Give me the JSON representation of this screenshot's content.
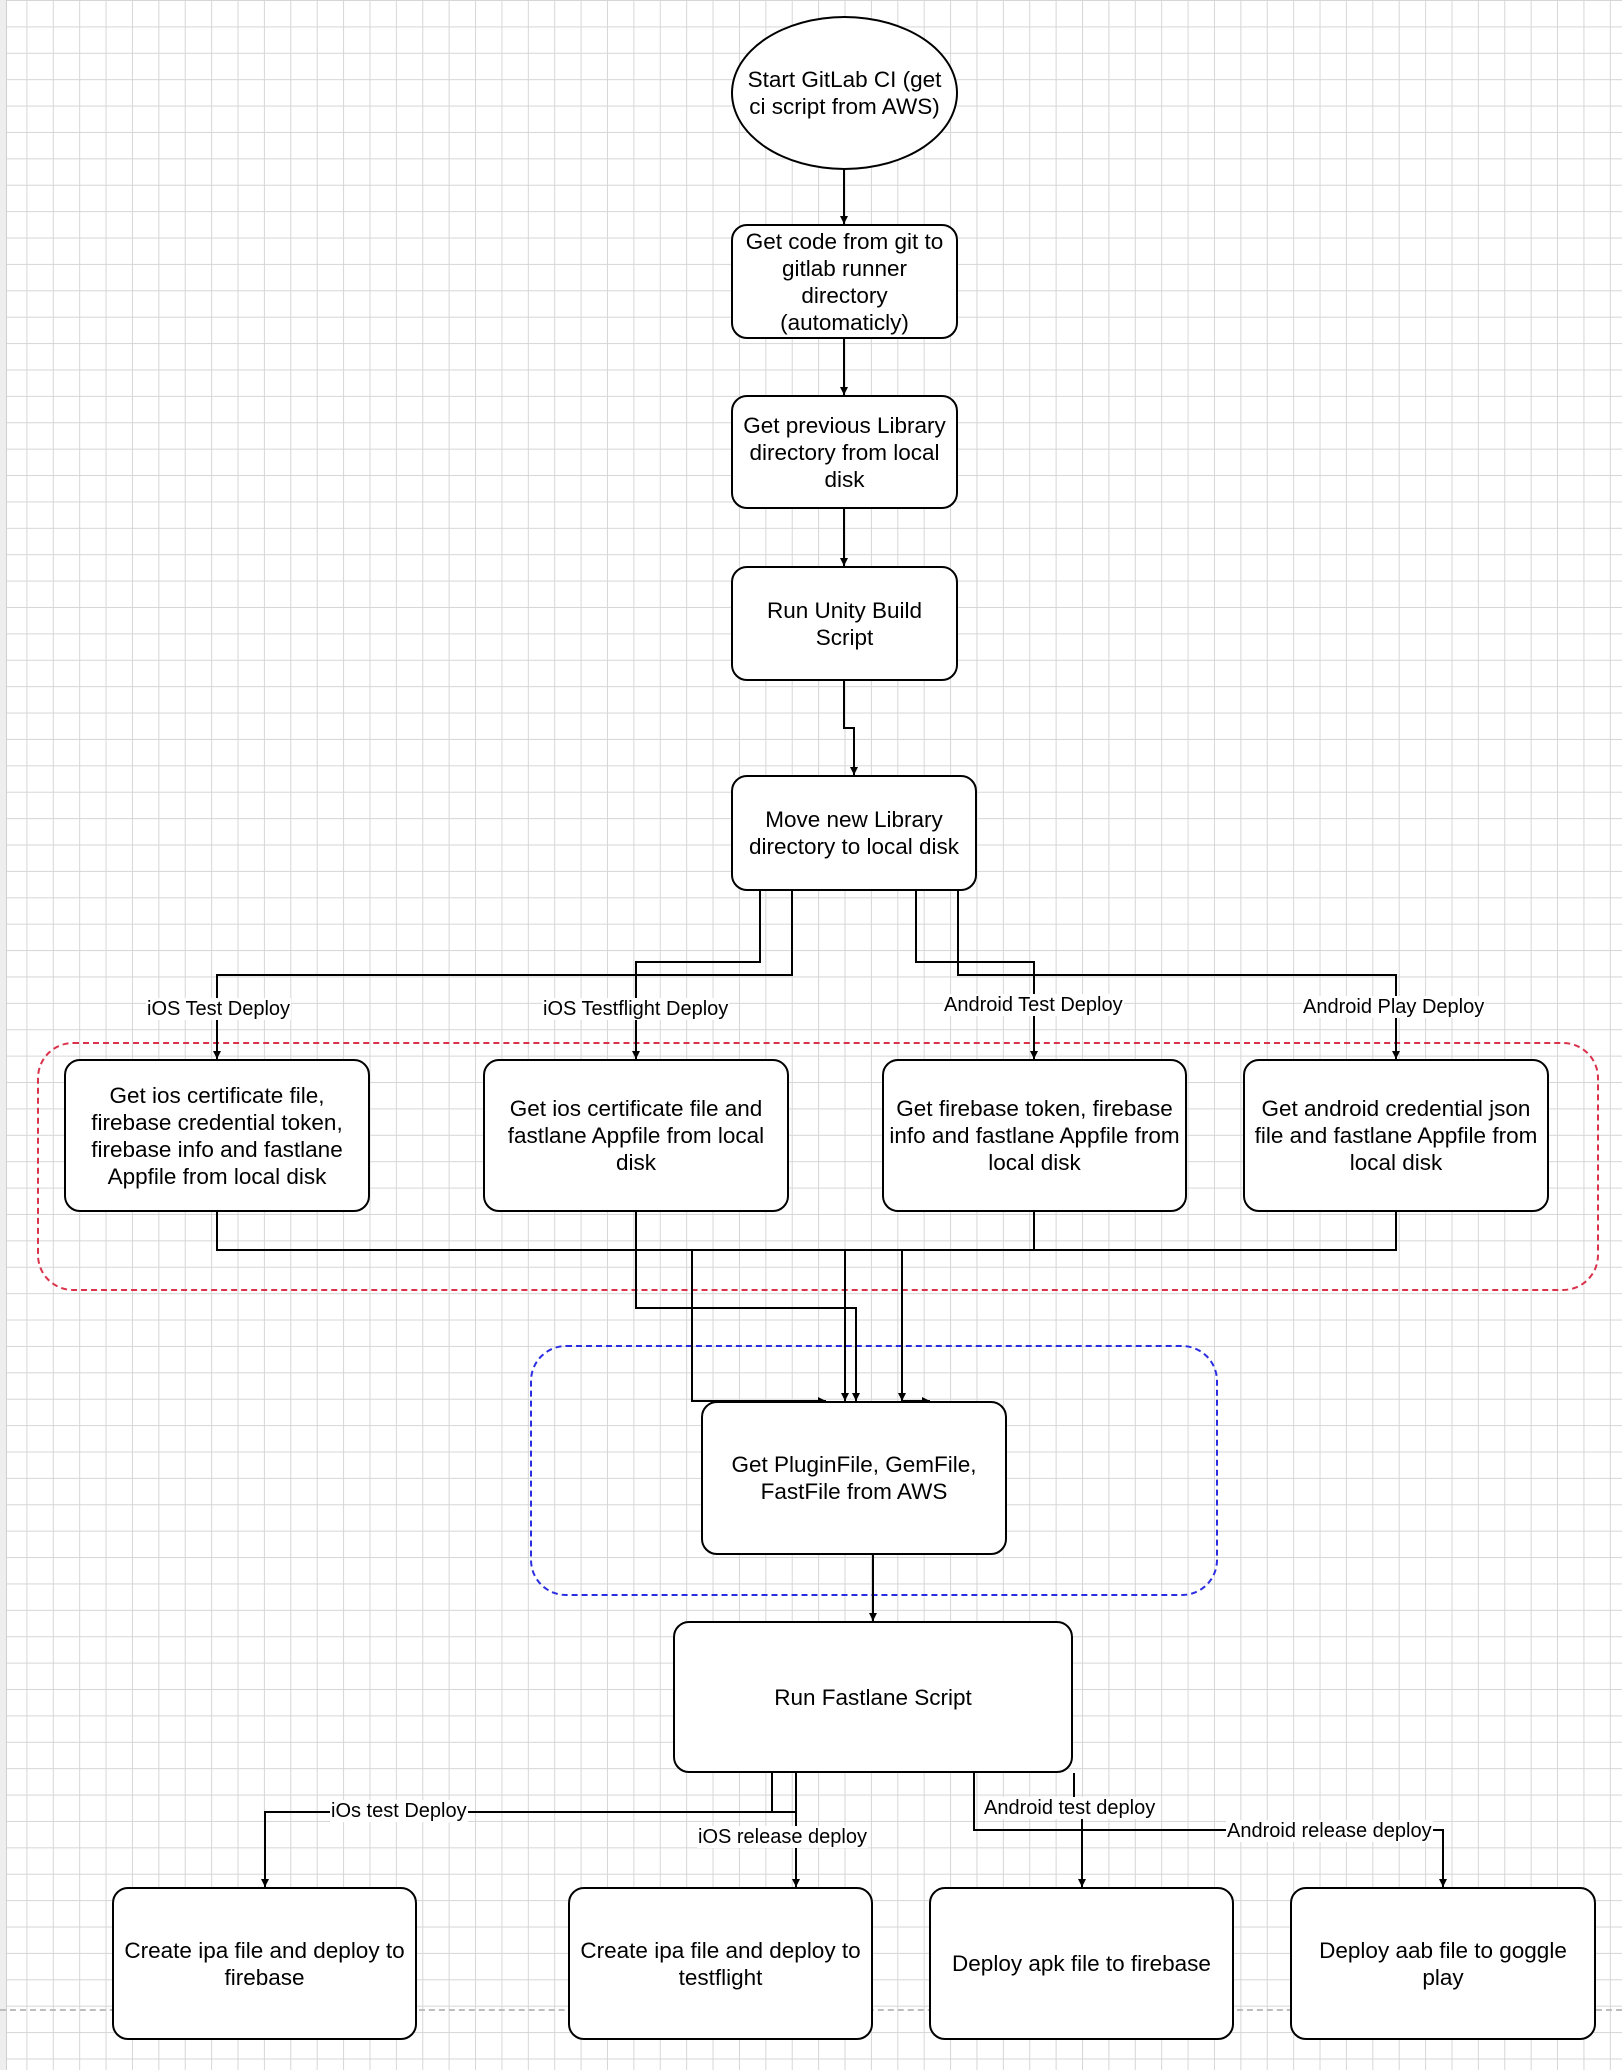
{
  "diagram": {
    "nodes": {
      "start": "Start GitLab CI (get ci script from AWS)",
      "get_code": "Get code from git to gitlab runner directory (automaticly)",
      "get_library": "Get previous Library directory from local disk",
      "run_unity": "Run Unity Build Script",
      "move_library": "Move new Library directory to local disk",
      "ios_test_files": "Get ios certificate file, firebase credential token, firebase info and fastlane Appfile from local disk",
      "ios_testflight_files": "Get ios certificate file and fastlane Appfile from local disk",
      "android_test_files": "Get firebase token, firebase info and fastlane Appfile from local disk",
      "android_play_files": "Get android credential json file and fastlane Appfile from local disk",
      "get_plugin": "Get PluginFile, GemFile, FastFile from AWS",
      "run_fastlane": "Run Fastlane Script",
      "ipa_firebase": "Create ipa file and deploy to firebase",
      "ipa_testflight": "Create ipa file and deploy to testflight",
      "apk_firebase": "Deploy apk file to firebase",
      "aab_play": "Deploy aab file to goggle play"
    },
    "edge_labels": {
      "ios_test_deploy": "iOS Test Deploy",
      "ios_testflight_deploy": "iOS Testflight Deploy",
      "android_test_deploy": "Android Test Deploy",
      "android_play_deploy": "Android Play Deploy",
      "ios_test_deploy_lower": "iOs test Deploy",
      "ios_release_deploy": "iOS release deploy",
      "android_test_deploy_lower": "Android test deploy",
      "android_release_deploy": "Android release deploy"
    },
    "colors": {
      "grid": "#d6d6d6",
      "node_border": "#000000",
      "edge": "#000000",
      "group_red": "#d9324a",
      "group_blue": "#2a2ee0"
    }
  }
}
